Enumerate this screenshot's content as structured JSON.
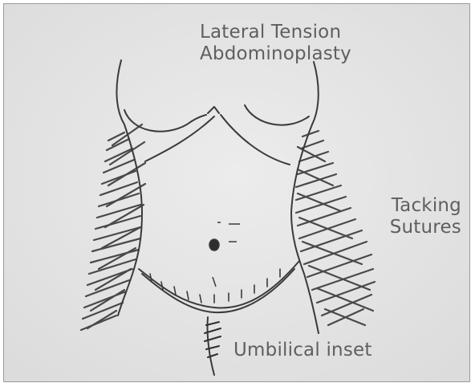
{
  "figure": {
    "title_line1": "Lateral Tension",
    "title_line2": "Abdominoplasty",
    "tacking_line1": "Tacking",
    "tacking_line2": "Sutures",
    "umbilical_label": "Umbilical inset"
  },
  "colors": {
    "paper": "#e6e6e6",
    "pencil": "#3a3a3a",
    "shading": "#2e2e2e",
    "label_text": "#5f5f5f",
    "frame": "#9a9a9a"
  }
}
